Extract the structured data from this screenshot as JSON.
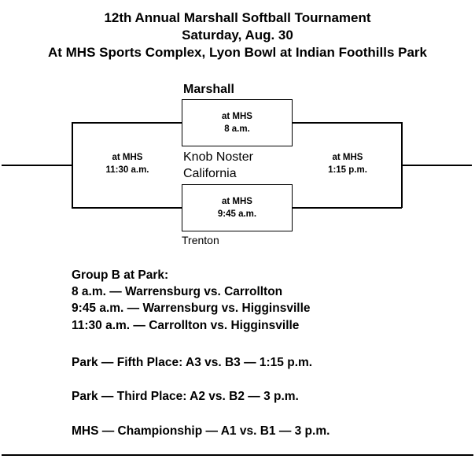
{
  "header": {
    "line1": "12th Annual Marshall Softball Tournament",
    "line2": "Saturday, Aug. 30",
    "line3": "At MHS Sports Complex, Lyon Bowl at Indian Foothills Park"
  },
  "bracket": {
    "game_top": {
      "loc": "at MHS",
      "time": "8 a.m."
    },
    "game_bottom": {
      "loc": "at MHS",
      "time": "9:45 a.m."
    },
    "game_left": {
      "loc": "at MHS",
      "time": "11:30 a.m."
    },
    "game_right": {
      "loc": "at MHS",
      "time": "1:15 p.m."
    },
    "teams": {
      "marshall": "Marshall",
      "knob_noster": "Knob Noster",
      "california": "California",
      "trenton": "Trenton"
    }
  },
  "schedule": {
    "group_title": "Group B at Park:",
    "games": [
      "8 a.m. — Warrensburg vs. Carrollton",
      "9:45 a.m. — Warrensburg vs. Higginsville",
      "11:30 a.m. — Carrollton vs. Higginsville"
    ],
    "fifth_place": "Park — Fifth Place: A3 vs. B3 — 1:15 p.m.",
    "third_place": "Park — Third Place: A2 vs. B2 — 3 p.m.",
    "championship": "MHS — Championship — A1 vs. B1 — 3 p.m."
  }
}
